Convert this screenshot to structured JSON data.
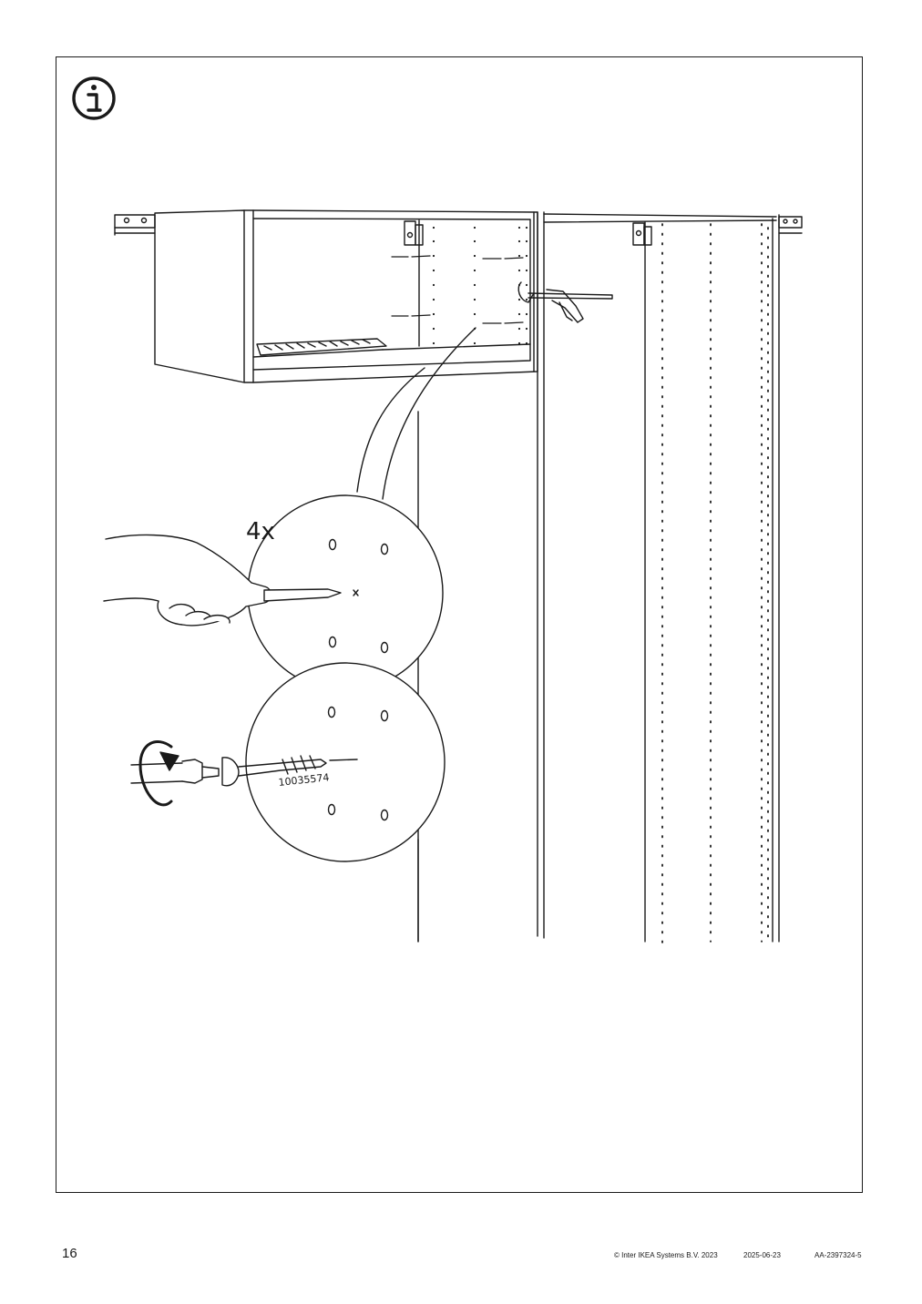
{
  "instruction": {
    "info_icon": "info-icon",
    "quantity_label": "4x",
    "screw_part_number": "10035574"
  },
  "footer": {
    "page_number": "16",
    "copyright": "© Inter IKEA Systems B.V. 2023",
    "date": "2025-06-23",
    "article_id": "AA-2397324-5"
  }
}
